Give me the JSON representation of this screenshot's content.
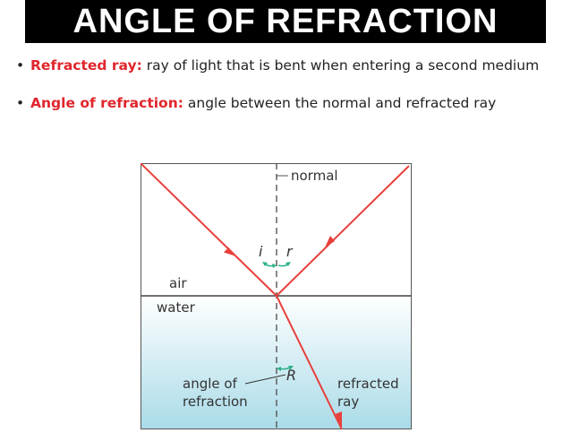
{
  "title": "ANGLE OF REFRACTION",
  "bullets": [
    {
      "term": "Refracted ray:",
      "definition": "ray of light that is bent when entering a second medium"
    },
    {
      "term": "Angle of refraction:",
      "definition": "angle between the normal and refracted ray"
    }
  ],
  "diagram": {
    "label_normal": "normal",
    "label_i": "i",
    "label_r": "r",
    "label_R": "R",
    "label_air": "air",
    "label_water": "water",
    "label_angle_line1": "angle of",
    "label_angle_line2": "refraction",
    "label_ray_line1": "refracted",
    "label_ray_line2": "ray",
    "colors": {
      "ray": "#e8403c",
      "arc": "#2bb08a",
      "water_top": "#ffffff",
      "water_bottom": "#a9dbe8",
      "border": "#555555"
    }
  }
}
